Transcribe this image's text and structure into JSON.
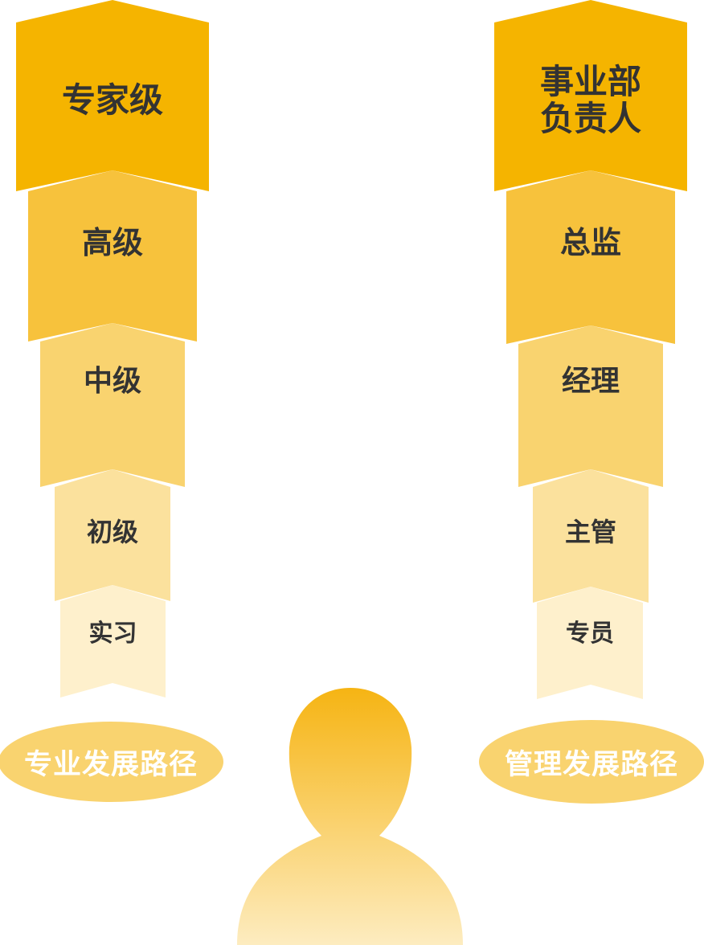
{
  "colors": {
    "level_1": "#F5B400",
    "level_2": "#F7C23C",
    "level_3": "#F9D36F",
    "level_4": "#FBE19D",
    "level_5": "#FEF0CC",
    "path_label_bg": "#F9D36F",
    "person_top": "#F6B413",
    "person_bottom": "#FDECC0"
  },
  "professional": {
    "path_label": "专业发展路径",
    "levels": [
      {
        "label": "专家级"
      },
      {
        "label": "高级"
      },
      {
        "label": "中级"
      },
      {
        "label": "初级"
      },
      {
        "label": "实习"
      }
    ]
  },
  "management": {
    "path_label": "管理发展路径",
    "levels": [
      {
        "label": "事业部\n负责人"
      },
      {
        "label": "总监"
      },
      {
        "label": "经理"
      },
      {
        "label": "主管"
      },
      {
        "label": "专员"
      }
    ]
  },
  "person": {
    "icon": "person-icon"
  }
}
